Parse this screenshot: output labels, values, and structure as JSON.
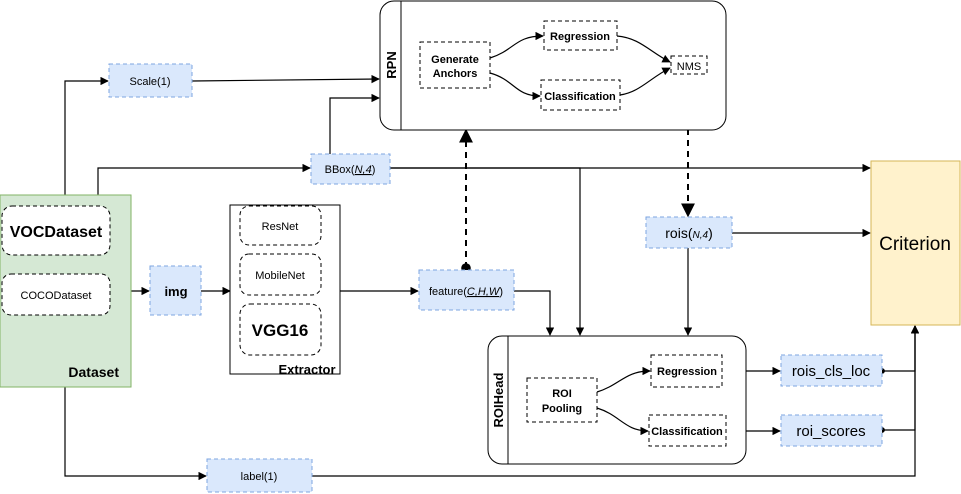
{
  "colors": {
    "dataset_fill": "#d5e8d4",
    "dataset_stroke": "#82b366",
    "tensor_fill": "#dae8fc",
    "tensor_stroke": "#7ea6e0",
    "criterion_fill": "#fff2cc",
    "criterion_stroke": "#d6b656"
  },
  "dataset": {
    "label": "Dataset",
    "voc": "VOCDataset",
    "coco": "COCODataset"
  },
  "extractor": {
    "label": "Extractor",
    "resnet": "ResNet",
    "mobilenet": "MobileNet",
    "vgg": "VGG16"
  },
  "rpn": {
    "label": "RPN",
    "anchors_line1": "Generate",
    "anchors_line2": "Anchors",
    "regression": "Regression",
    "classification": "Classification",
    "nms": "NMS"
  },
  "roihead": {
    "label": "ROIHead",
    "pool_line1": "ROI",
    "pool_line2": "Pooling",
    "regression": "Regression",
    "classification": "Classification"
  },
  "tensors": {
    "scale": "Scale(1)",
    "bbox_prefix": "BBox(",
    "bbox_dims": "N,4",
    "bbox_suffix": ")",
    "img": "img",
    "feature_prefix": "feature(",
    "feature_dims": "C,H,W",
    "feature_suffix": ")",
    "rois_prefix": "rois(",
    "rois_dims": "N,4",
    "rois_suffix": ")",
    "rois_cls_loc": "rois_cls_loc",
    "roi_scores": "roi_scores",
    "label": "label(1)"
  },
  "criterion": "Criterion"
}
